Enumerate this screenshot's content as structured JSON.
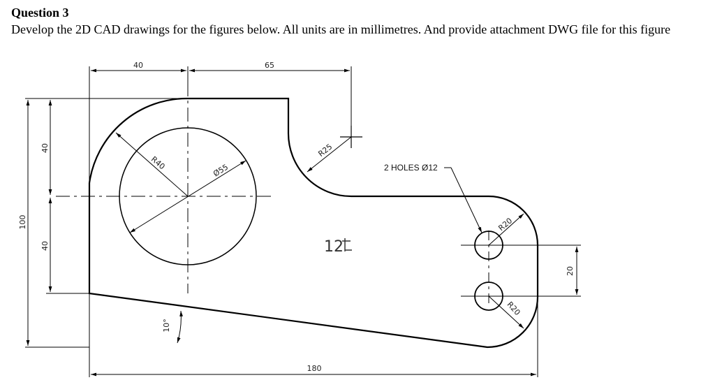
{
  "question": {
    "title": "Question 3",
    "instruction": "Develop the 2D CAD drawings for the figures below. All units are in millimetres. And provide attachment DWG file for this figure"
  },
  "dimensions": {
    "d40_top": "40",
    "d65_top": "65",
    "d100_left": "100",
    "d40_upper": "40",
    "d40_lower": "40",
    "r40": "R40",
    "dia55": "Ø55",
    "r25": "R25",
    "holes_note": "2 HOLES Ø12",
    "r20_top": "R20",
    "r20_bottom": "R20",
    "d20_right": "20",
    "angle10": "10°",
    "d180": "180",
    "thickness": "12"
  }
}
